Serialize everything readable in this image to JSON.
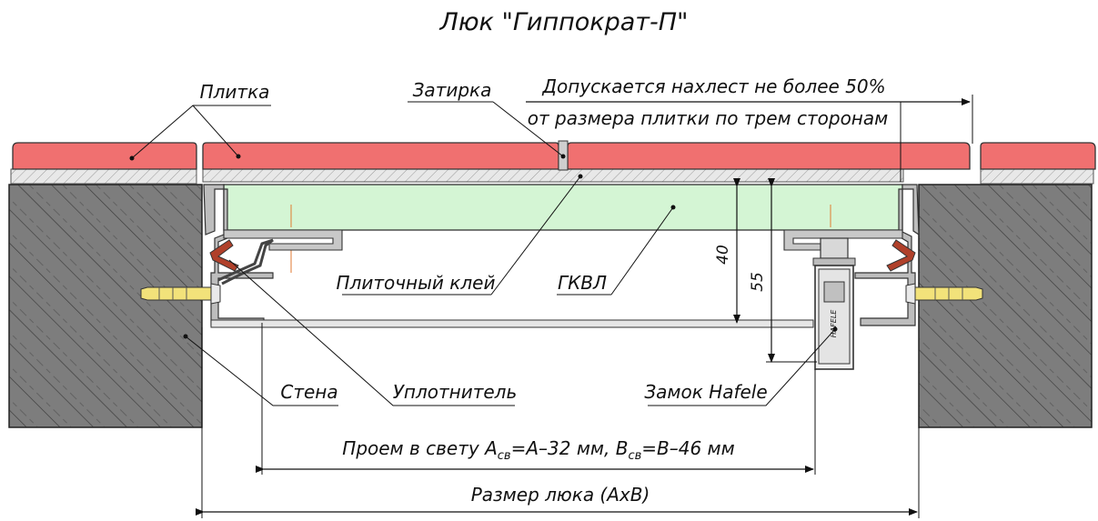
{
  "title": "Люк \"Гиппократ-П\"",
  "labels": {
    "tile": "Плитка",
    "grout": "Затирка",
    "overlap_line1": "Допускается нахлест не более 50%",
    "overlap_line2": "от размера плитки по трем сторонам",
    "tile_adhesive": "Плиточный клей",
    "gkvl": "ГКВЛ",
    "wall": "Стена",
    "seal": "Уплотнитель",
    "lock": "Замок Hafele",
    "lock_brand": "HAFELE"
  },
  "dimensions": {
    "d40": "40",
    "d55": "55",
    "clear_opening_prefix": "Проем в свету A",
    "clear_opening_sub1": "св",
    "clear_opening_mid": "=A–32 мм, B",
    "clear_opening_sub2": "св",
    "clear_opening_suffix": "=B–46 мм",
    "hatch_size": "Размер люка (AxB)"
  },
  "colors": {
    "tile": "#f07070",
    "gkvl": "#d4f5d4",
    "wall": "#808080",
    "screw": "#f2e27a",
    "seal": "#b0402a"
  }
}
